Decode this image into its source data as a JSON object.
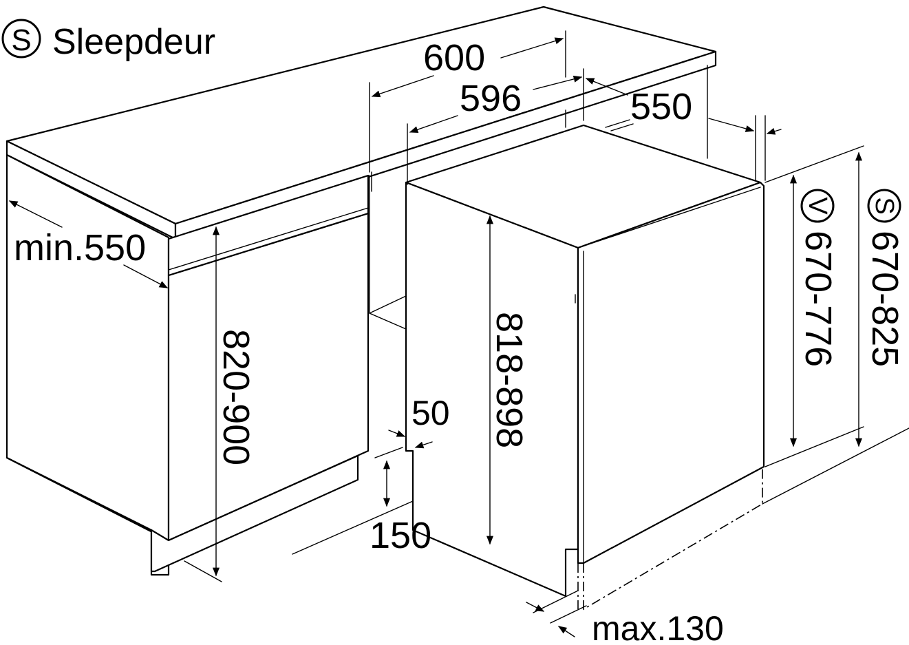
{
  "legend": {
    "symbol": "S",
    "text": "Sleepdeur"
  },
  "dimensions": {
    "worktop_width": "600",
    "niche_width": "596",
    "depth": "550",
    "min_depth": "min.550",
    "niche_height": "820-900",
    "appliance_height": "818-898",
    "plinth_setback": "50",
    "plinth_height": "150",
    "door_overhang": "max.130",
    "door_v_height": "670-776",
    "door_s_height": "670-825"
  },
  "variants": {
    "v_symbol": "V",
    "s_symbol": "S"
  }
}
